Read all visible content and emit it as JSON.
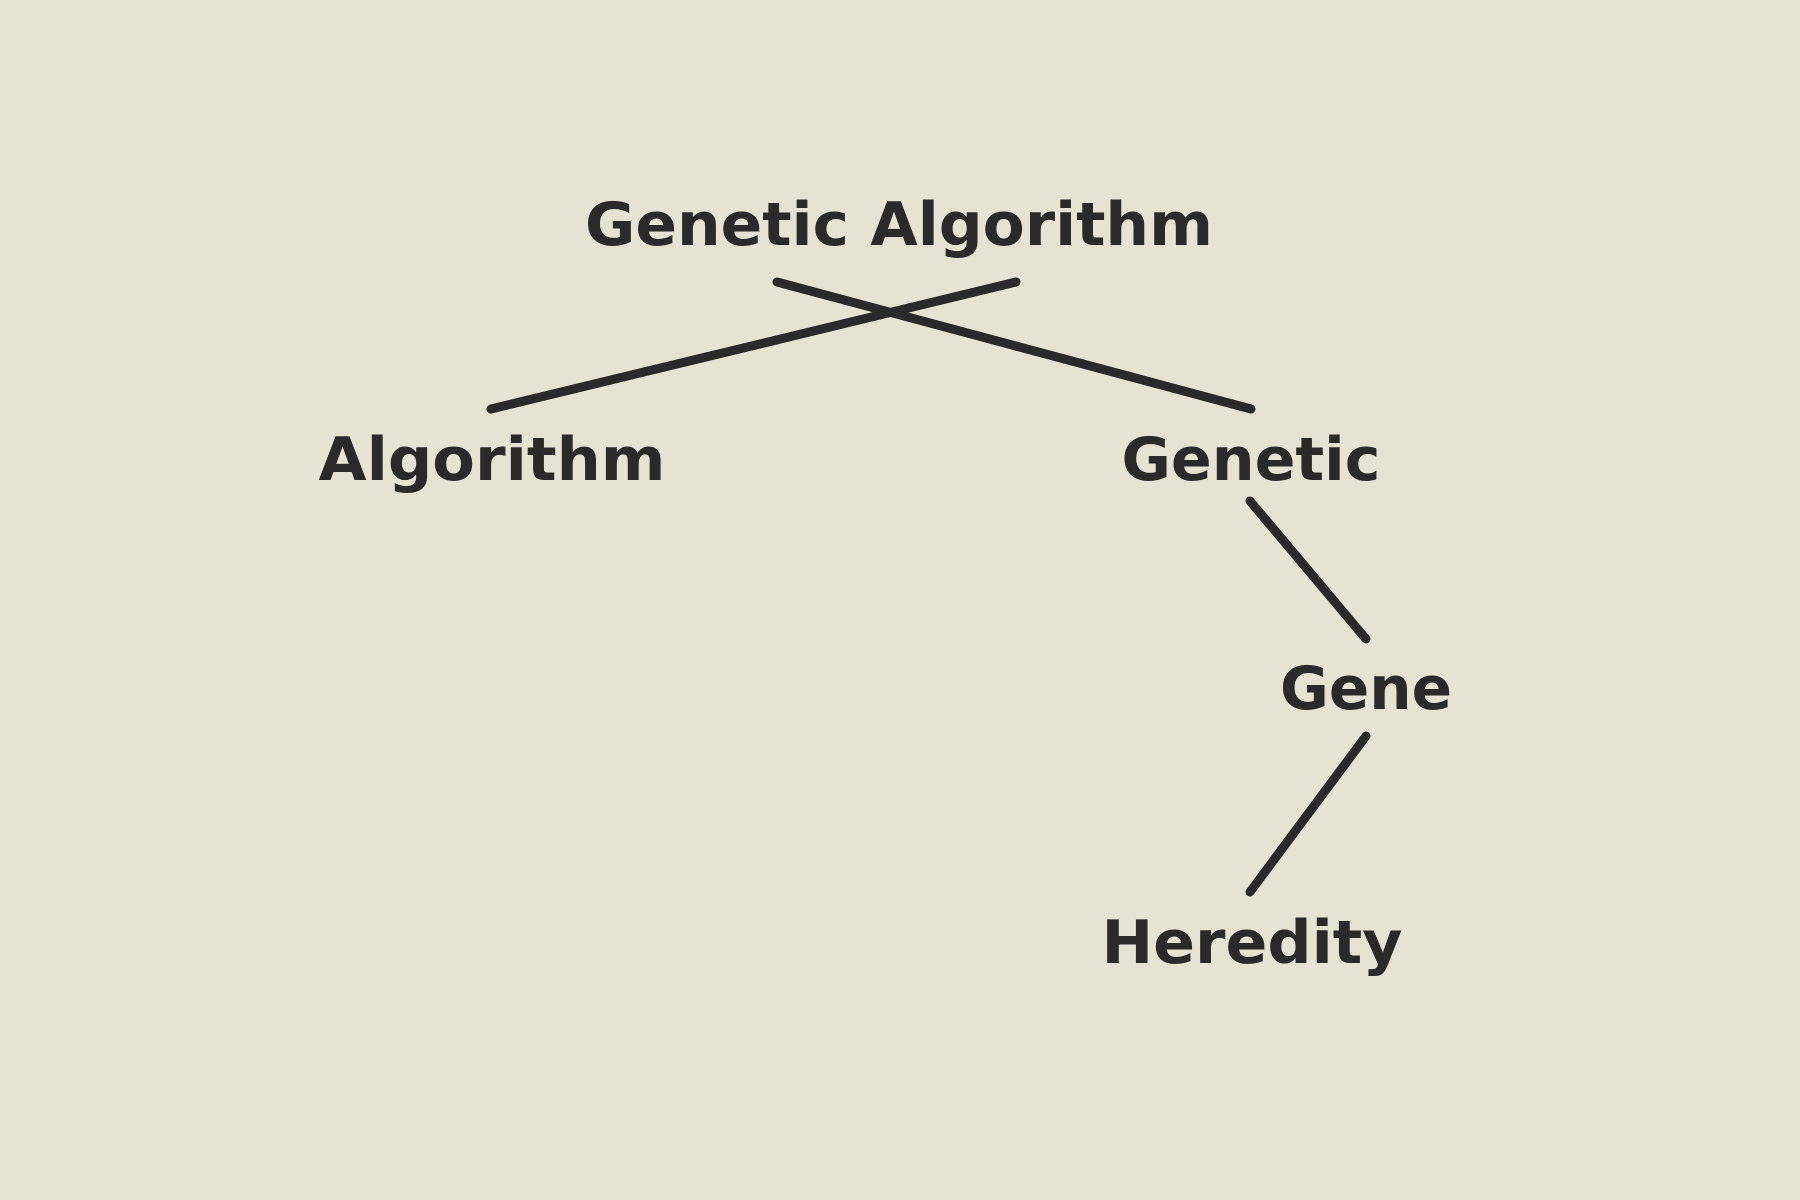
{
  "diagram": {
    "background": "#e5e4d3",
    "ink": "#2a2a2a",
    "nodes": {
      "root": "Genetic Algorithm",
      "algorithm": "Algorithm",
      "genetic": "Genetic",
      "gene": "Gene",
      "heredity": "Heredity"
    },
    "edges": [
      {
        "from": "Genetic Algorithm",
        "to": "Genetic"
      },
      {
        "from": "Genetic Algorithm",
        "to": "Algorithm"
      },
      {
        "from": "Genetic",
        "to": "Gene"
      },
      {
        "from": "Gene",
        "to": "Heredity"
      }
    ]
  }
}
